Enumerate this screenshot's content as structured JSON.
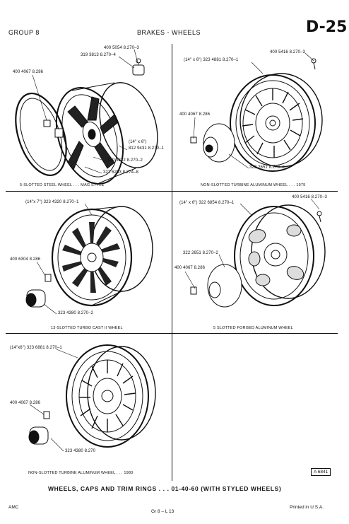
{
  "header": {
    "group": "GROUP 8",
    "section": "BRAKES - WHEELS",
    "page_code": "D-25"
  },
  "panels": [
    {
      "caption": "5-SLOTTED STEEL WHEEL . . . MAG STYLE",
      "callouts": [
        "400 5054  8.270–3",
        "319 3813 8.270–4",
        "400 4067 8.286",
        "(14\" x 6\")",
        "812 9431  8.270–1",
        "319 3812 8.270–2",
        "322 6253 8.274–8"
      ]
    },
    {
      "caption": "NON-SLOTTED TURBINE ALUMINUM WHEEL . . . 1979",
      "callouts": [
        "400 5416 8.270–3",
        "(14\" x 6\") 323 4881  8.270–1",
        "400 4067 8.286",
        "322 2651 8.270–2"
      ]
    },
    {
      "caption": "13-SLOTTED TURBO CAST II WHEEL",
      "callouts": [
        "(14\"x 7\") 323 4320 8.270–1",
        "400 6304  8.286",
        "323 4380 8.270–2"
      ]
    },
    {
      "caption": "5 SLOTTED FORGED ALUMINUM WHEEL",
      "callouts": [
        "400 5416  8.270–3",
        "(14\" x 6\") 322 6854  8.270–1",
        "322 2651  8.270–2",
        "400 4067  8.286"
      ]
    },
    {
      "caption": "NON-SLOTTED TURBINE ALUMINUM WHEEL . . . 1980",
      "callouts": [
        "(14\"x6\") 323 6881 8.270–1",
        "400 4067  8.286",
        "323 4380  8.270"
      ]
    }
  ],
  "figure_ref": "A 6841",
  "footer_title": "WHEELS, CAPS AND TRIM RINGS . . . 01-40-60 (WITH STYLED WHEELS)",
  "footer": {
    "left": "AMC",
    "center": "Gr 8 – L 13",
    "right": "Printed  in U.S.A."
  }
}
